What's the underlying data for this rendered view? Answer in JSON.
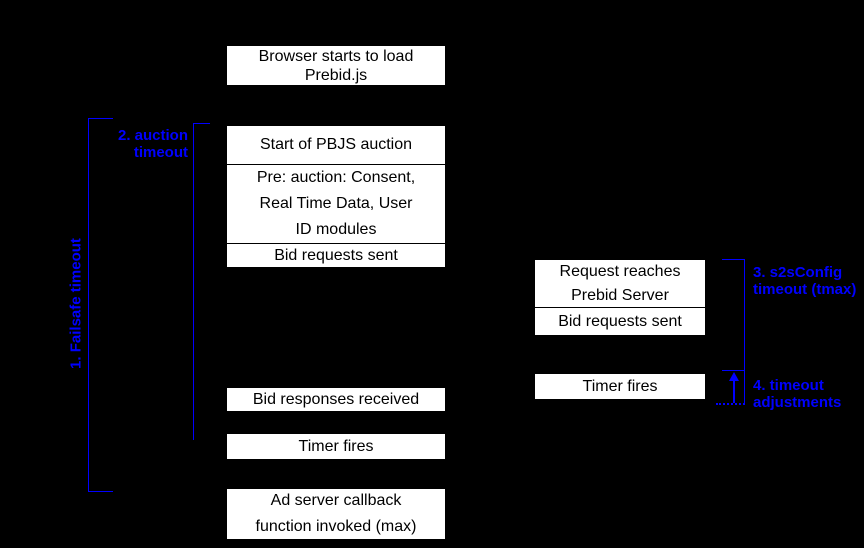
{
  "canvas": {
    "background_color": "#000000",
    "box_fill_color": "#ffffff",
    "box_text_color": "#000000",
    "accent_color": "#0000ff"
  },
  "boxes": [
    {
      "id": "browser-load",
      "lines": [
        "Browser starts to load",
        "Prebid.js"
      ]
    },
    {
      "id": "start-auction",
      "lines": [
        "Start of PBJS auction"
      ]
    },
    {
      "id": "pre-auction-modules",
      "lines": [
        "Pre: auction: Consent,",
        "Real Time Data, User",
        "ID modules"
      ]
    },
    {
      "id": "bid-requests-sent-left",
      "lines": [
        "Bid requests sent"
      ]
    },
    {
      "id": "bid-responses-received",
      "lines": [
        "Bid responses received"
      ]
    },
    {
      "id": "timer-fires-left",
      "lines": [
        "Timer fires"
      ]
    },
    {
      "id": "ad-server-callback",
      "lines": [
        "Ad server callback",
        "function invoked (max)"
      ]
    },
    {
      "id": "request-reaches-server",
      "lines": [
        "Request reaches",
        "Prebid Server"
      ]
    },
    {
      "id": "bid-requests-sent-right",
      "lines": [
        "Bid requests sent"
      ]
    },
    {
      "id": "timer-fires-right",
      "lines": [
        "Timer fires"
      ]
    }
  ],
  "labels": {
    "failsafe": {
      "text": "1. Failsafe timeout"
    },
    "auction": {
      "lines": [
        "2. auction",
        "timeout"
      ]
    },
    "s2s": {
      "lines": [
        "3. s2sConfig",
        "timeout (tmax)"
      ]
    },
    "adjustments": {
      "lines": [
        "4. timeout",
        "adjustments"
      ]
    }
  }
}
